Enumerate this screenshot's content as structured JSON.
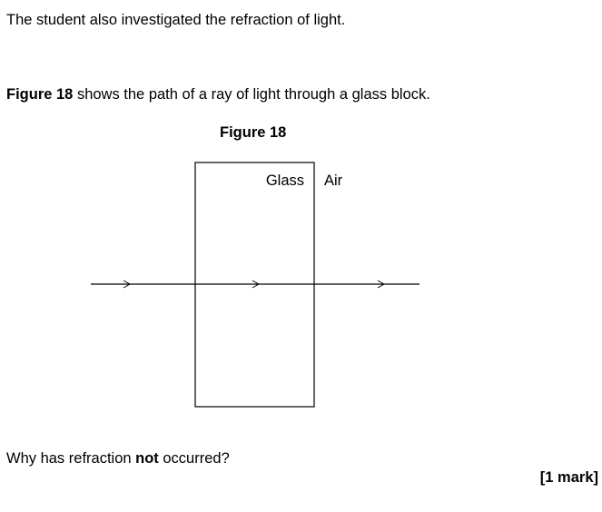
{
  "intro": "The student also investigated the refraction of light.",
  "figure_desc": {
    "bold": "Figure 18",
    "rest": " shows the path of a ray of light through a glass block."
  },
  "figure_title": "Figure 18",
  "diagram": {
    "glass_label": "Glass",
    "air_label": "Air"
  },
  "question": {
    "before": "Why has refraction ",
    "bold": "not",
    "after": " occurred?"
  },
  "marks": "[1 mark]"
}
